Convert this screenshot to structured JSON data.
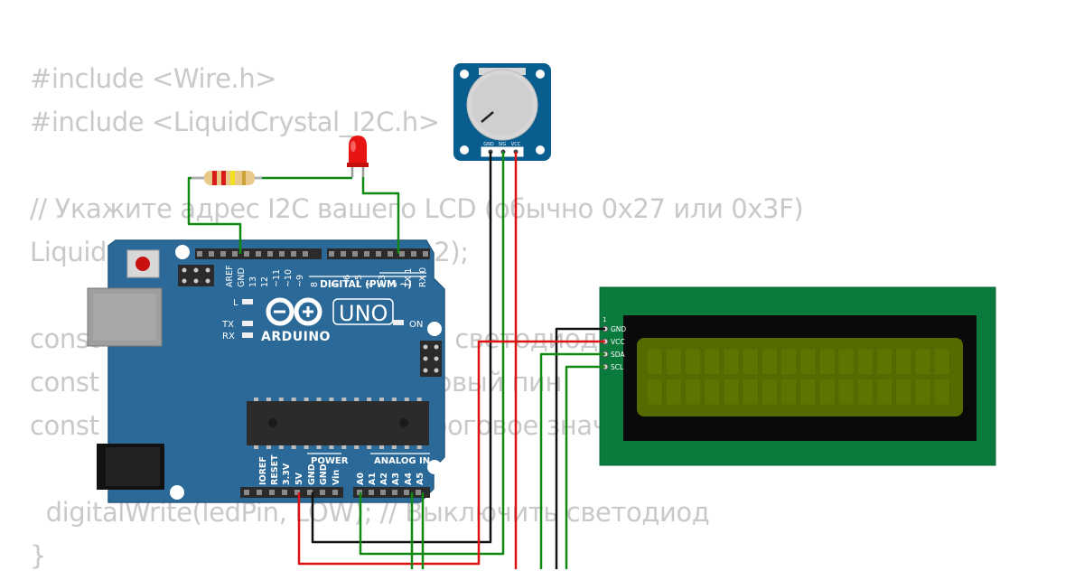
{
  "code_lines": [
    "#include <Wire.h>",
    "#include <LiquidCrystal_I2C.h>",
    "// Укажите адрес I2C вашего LCD (обычно 0x27 или 0x3F)",
    "LiquidCrystal_I2C lcd(0x27, 16, 2);",
    "const int ledPin = 13; // Пин для светодиода",
    "const int potPin = A0; // Аналоговый пин",
    "const int threshold = 500; // Пороговое значение",
    "  digitalWrite(ledPin, LOW); // Выключить светодиод",
    "}"
  ],
  "arduino": {
    "brand": "ARDUINO",
    "model": "UNO",
    "led_l": "L",
    "led_tx": "TX",
    "led_rx": "RX",
    "led_on": "ON",
    "digital_label": "DIGITAL (PWM ~)",
    "digital_pins": [
      "AREF",
      "GND",
      "13",
      "12",
      "~11",
      "~10",
      "~9",
      "8",
      "7",
      "~6",
      "~5",
      "4",
      "~3",
      "2",
      "TX 1",
      "RX 0"
    ],
    "power_label": "POWER",
    "power_pins": [
      "IOREF",
      "RESET",
      "3.3V",
      "5V",
      "GND",
      "GND",
      "Vin"
    ],
    "analog_label": "ANALOG IN",
    "analog_pins": [
      "A0",
      "A1",
      "A2",
      "A3",
      "A4",
      "A5"
    ]
  },
  "potentiometer": {
    "pins": [
      "GND",
      "SIG",
      "VCC"
    ]
  },
  "lcd": {
    "pin1": "1",
    "pins": [
      "GND",
      "VCC",
      "SDA",
      "SCL"
    ]
  },
  "colors": {
    "board": "#2b6a98",
    "wire_black": "#111111",
    "wire_red": "#dd1111",
    "wire_green": "#118811",
    "lcd_pcb": "#0b7a3d",
    "lcd_screen": "#556b00"
  }
}
